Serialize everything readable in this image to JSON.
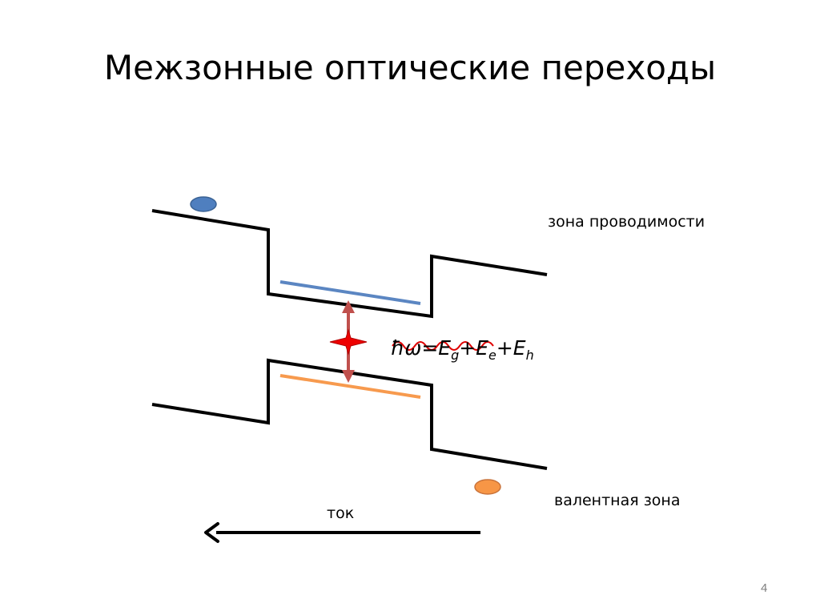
{
  "slide": {
    "title": "Межзонные оптические переходы",
    "page_number": "4"
  },
  "labels": {
    "conduction_band": "зона проводимости",
    "valence_band": "валентная зона",
    "current": "ток"
  },
  "formula": {
    "lhs": "ħω",
    "eq": "=",
    "e1": "E",
    "e1_sub": "g",
    "plus1": "+",
    "e2": "E",
    "e2_sub": "e",
    "plus2": "+",
    "e3": "E",
    "e3_sub": "h"
  },
  "colors": {
    "band_edge": "#000000",
    "electron_level": "#5b86c2",
    "hole_level": "#f79a4e",
    "electron": "#4f7fbf",
    "hole": "#f79646",
    "transition_arrow": "#c0504d",
    "photon_wave": "#e00000",
    "page_number": "#7f7f7f"
  }
}
